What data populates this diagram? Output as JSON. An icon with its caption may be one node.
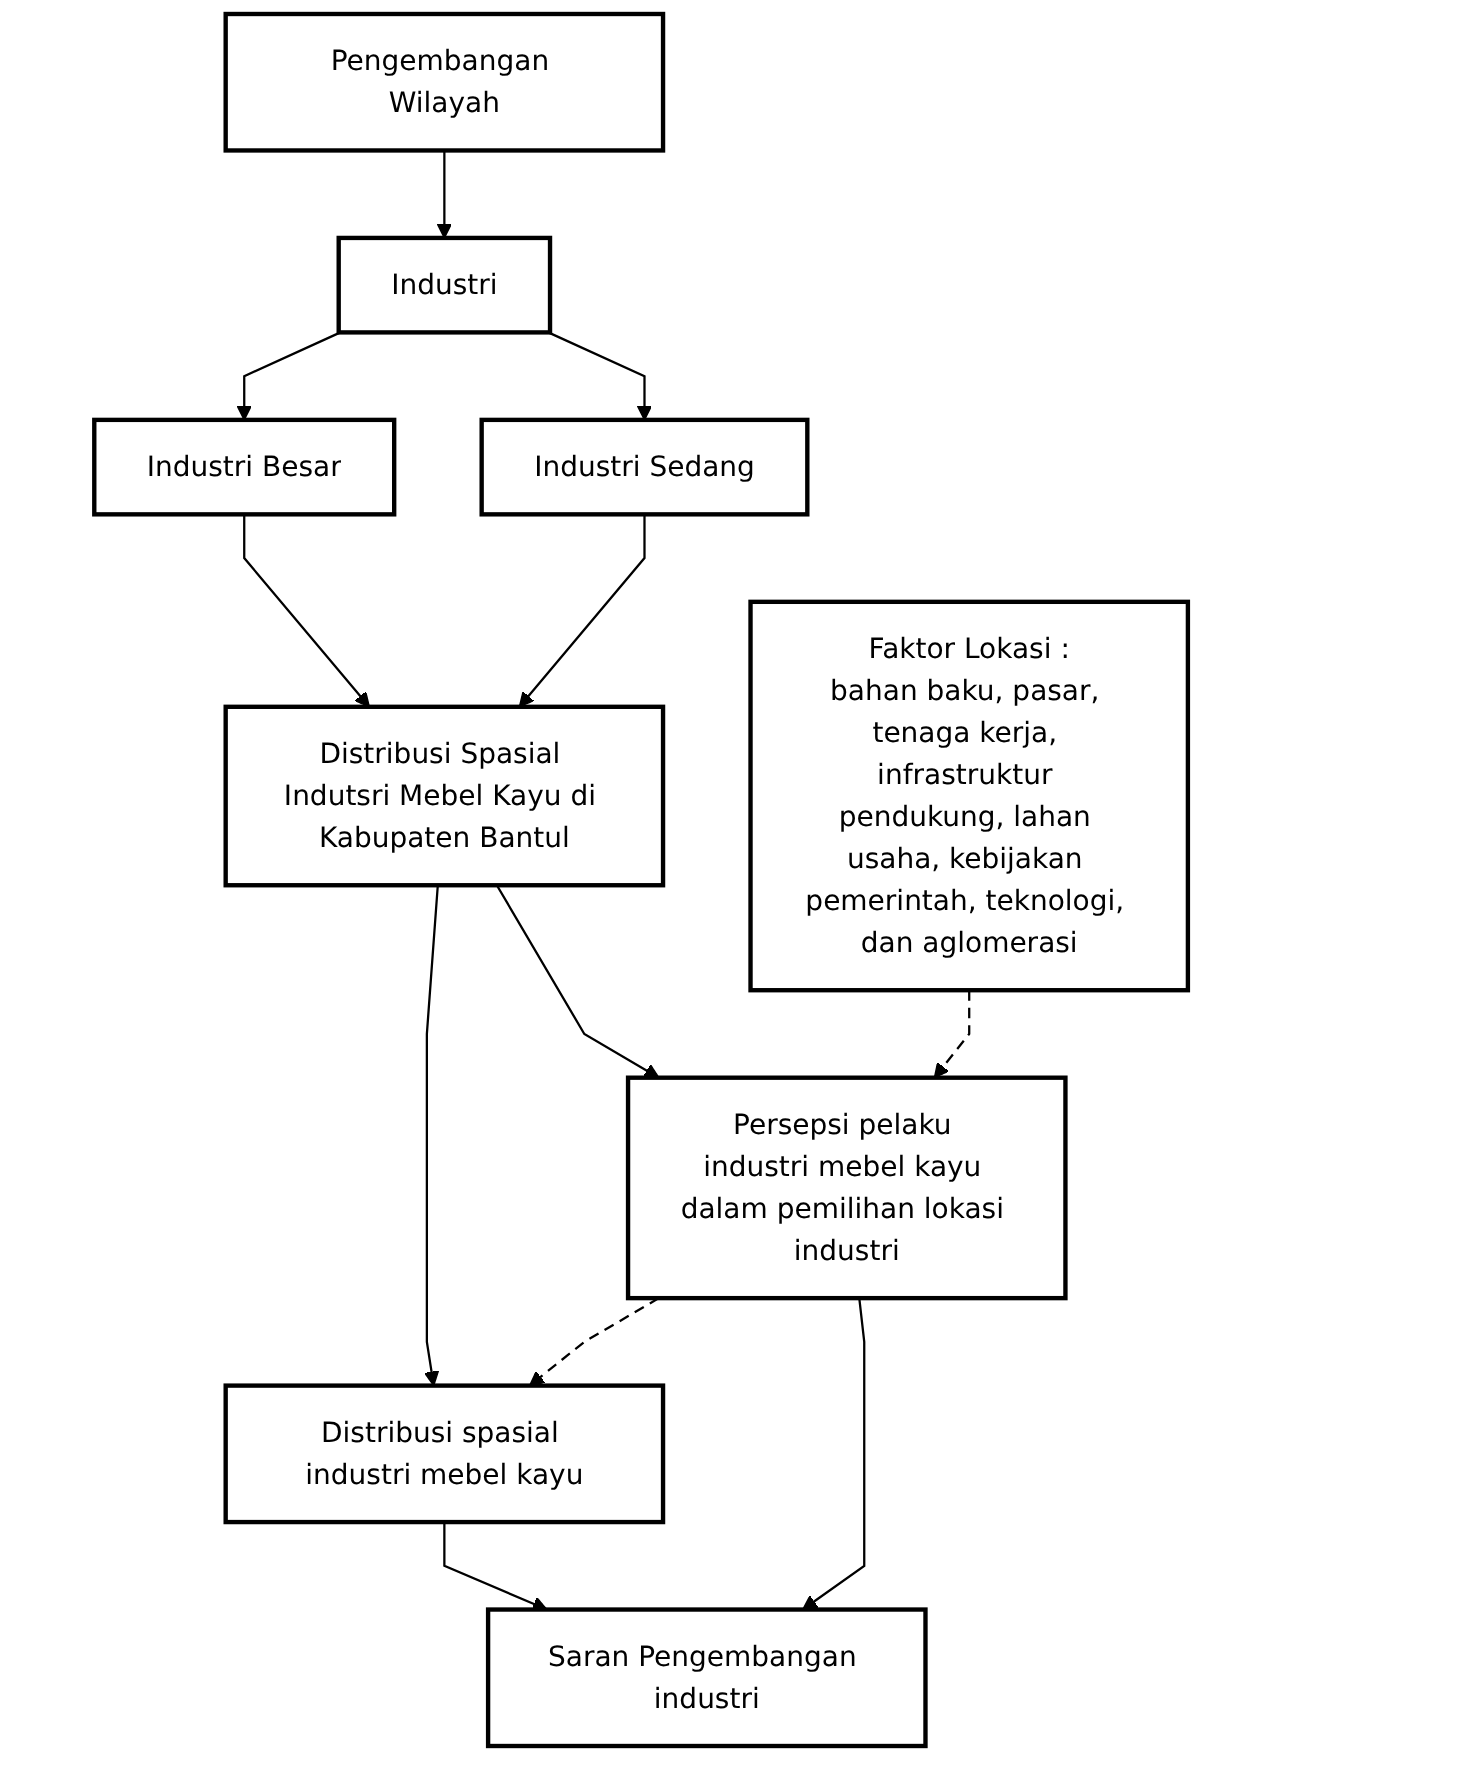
{
  "diagram": {
    "nodes": [
      {
        "text": [
          "Pengembangan Wilayah"
        ]
      },
      {
        "text": [
          "Industri"
        ]
      },
      {
        "text": [
          "Industri Besar"
        ]
      },
      {
        "text": [
          "Industri Sedang"
        ]
      },
      {
        "text": [
          "Faktor Lokasi :",
          "bahan baku, pasar, tenaga kerja, infrastruktur pendukung, lahan usaha, kebijakan pemerintah, teknologi, dan aglomerasi"
        ]
      },
      {
        "text": [
          "Distribusi Spasial Indutsri Mebel Kayu di Kabupaten Bantul"
        ]
      },
      {
        "text": [
          "Distribusi spasial industri mebel kayu"
        ]
      },
      {
        "text": [
          "Persepsi pelaku industri mebel kayu dalam pemilihan lokasi industri"
        ]
      },
      {
        "text": [
          "Saran Pengembangan industri"
        ]
      }
    ],
    "edges": [
      {
        "from": 0,
        "to": 1,
        "arrow": "to"
      },
      {
        "from": 1,
        "to": 2,
        "arrow": "to"
      },
      {
        "from": 1,
        "to": 3,
        "arrow": "to"
      },
      {
        "from": 2,
        "to": 5,
        "arrow": "to"
      },
      {
        "from": 3,
        "to": 5,
        "arrow": "to"
      },
      {
        "from": 5,
        "to": 6,
        "arrow": "to"
      },
      {
        "from": 5,
        "to": 7,
        "arrow": "to"
      },
      {
        "from": 4,
        "to": 7,
        "arrow": "to",
        "style": "dashed"
      },
      {
        "from": 7,
        "to": 6,
        "arrow": "to",
        "style": "dashed"
      },
      {
        "from": 6,
        "to": 8,
        "arrow": "to"
      },
      {
        "from": 7,
        "to": 8,
        "arrow": "to"
      }
    ]
  }
}
